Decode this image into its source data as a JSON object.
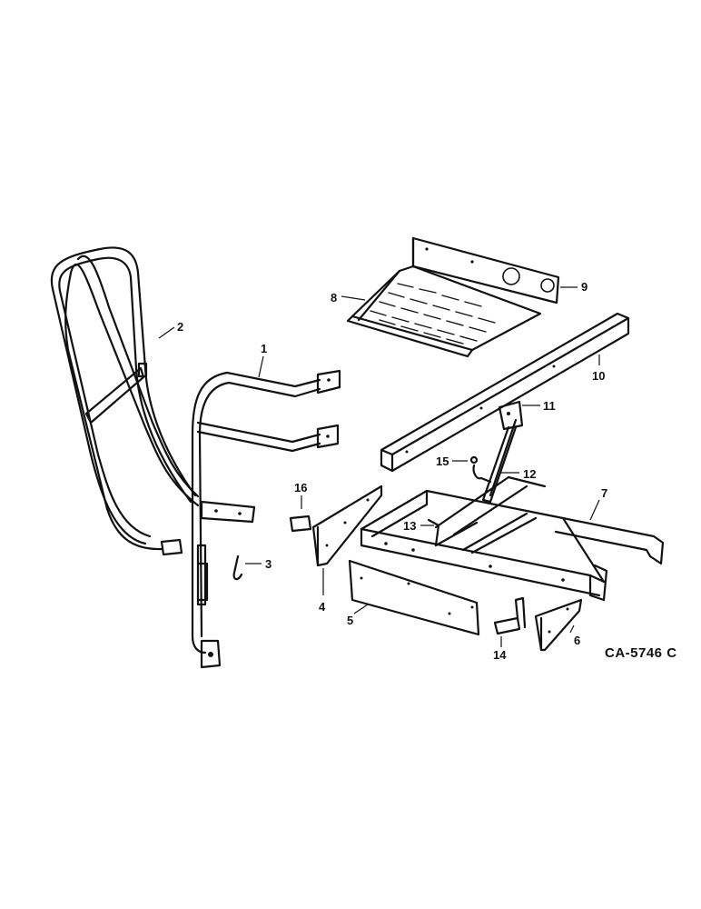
{
  "diagram": {
    "reference_code": "CA-5746 C",
    "callouts": [
      "1",
      "2",
      "3",
      "4",
      "5",
      "6",
      "7",
      "8",
      "9",
      "10",
      "11",
      "12",
      "13",
      "14",
      "15",
      "16"
    ]
  }
}
